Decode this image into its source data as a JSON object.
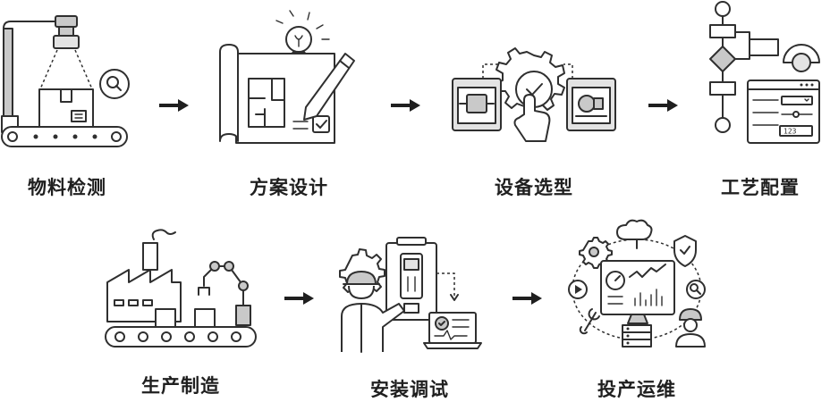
{
  "steps": [
    {
      "label": "物料检测"
    },
    {
      "label": "方案设计"
    },
    {
      "label": "设备选型"
    },
    {
      "label": "工艺配置"
    },
    {
      "label": "生产制造"
    },
    {
      "label": "安装调试"
    },
    {
      "label": "投产运维"
    }
  ],
  "icons": {
    "step_1": "conveyor-inspection-icon",
    "step_2": "blueprint-design-icon",
    "step_3": "equipment-selection-icon",
    "step_4": "flowchart-config-icon",
    "step_5": "factory-robot-arm-icon",
    "step_6": "engineer-installation-icon",
    "step_7": "operations-monitor-icon",
    "arrow": "right-arrow-icon"
  },
  "config_panel": {
    "value": "123"
  },
  "colors": {
    "stroke": "#2f2f2f",
    "fill_gray": "#c9c9c9",
    "text": "#1f1f1f"
  }
}
